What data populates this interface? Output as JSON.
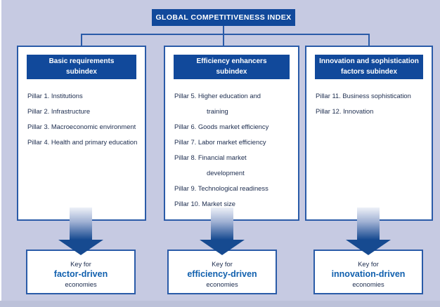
{
  "title": "GLOBAL COMPETITIVENESS INDEX",
  "colors": {
    "background": "#c6cae2",
    "primary_blue": "#11499b",
    "connector_blue": "#2a5ba8",
    "navy_text": "#1b2b4d",
    "driven_blue": "#1160ae",
    "box_fill": "#ffffff"
  },
  "columns": [
    {
      "header_line1": "Basic requirements",
      "header_line2": "subindex",
      "pillars": [
        "Pillar 1. Institutions",
        "Pillar 2. Infrastructure",
        "Pillar 3. Macroeconomic environment",
        "Pillar 4. Health and primary education"
      ],
      "key_line1": "Key for",
      "key_driven": "factor-driven",
      "key_line3": "economies"
    },
    {
      "header_line1": "Efficiency enhancers",
      "header_line2": "subindex",
      "pillars": [
        "Pillar 5. Higher education and\ntraining",
        "Pillar 6. Goods market efficiency",
        "Pillar 7. Labor market efficiency",
        "Pillar 8. Financial market\ndevelopment",
        "Pillar 9. Technological readiness",
        "Pillar 10. Market size"
      ],
      "key_line1": "Key for",
      "key_driven": "efficiency-driven",
      "key_line3": "economies"
    },
    {
      "header_line1": "Innovation and sophistication",
      "header_line2": "factors subindex",
      "pillars": [
        "Pillar 11. Business sophistication",
        "Pillar 12. Innovation"
      ],
      "key_line1": "Key for",
      "key_driven": "innovation-driven",
      "key_line3": "economies"
    }
  ]
}
